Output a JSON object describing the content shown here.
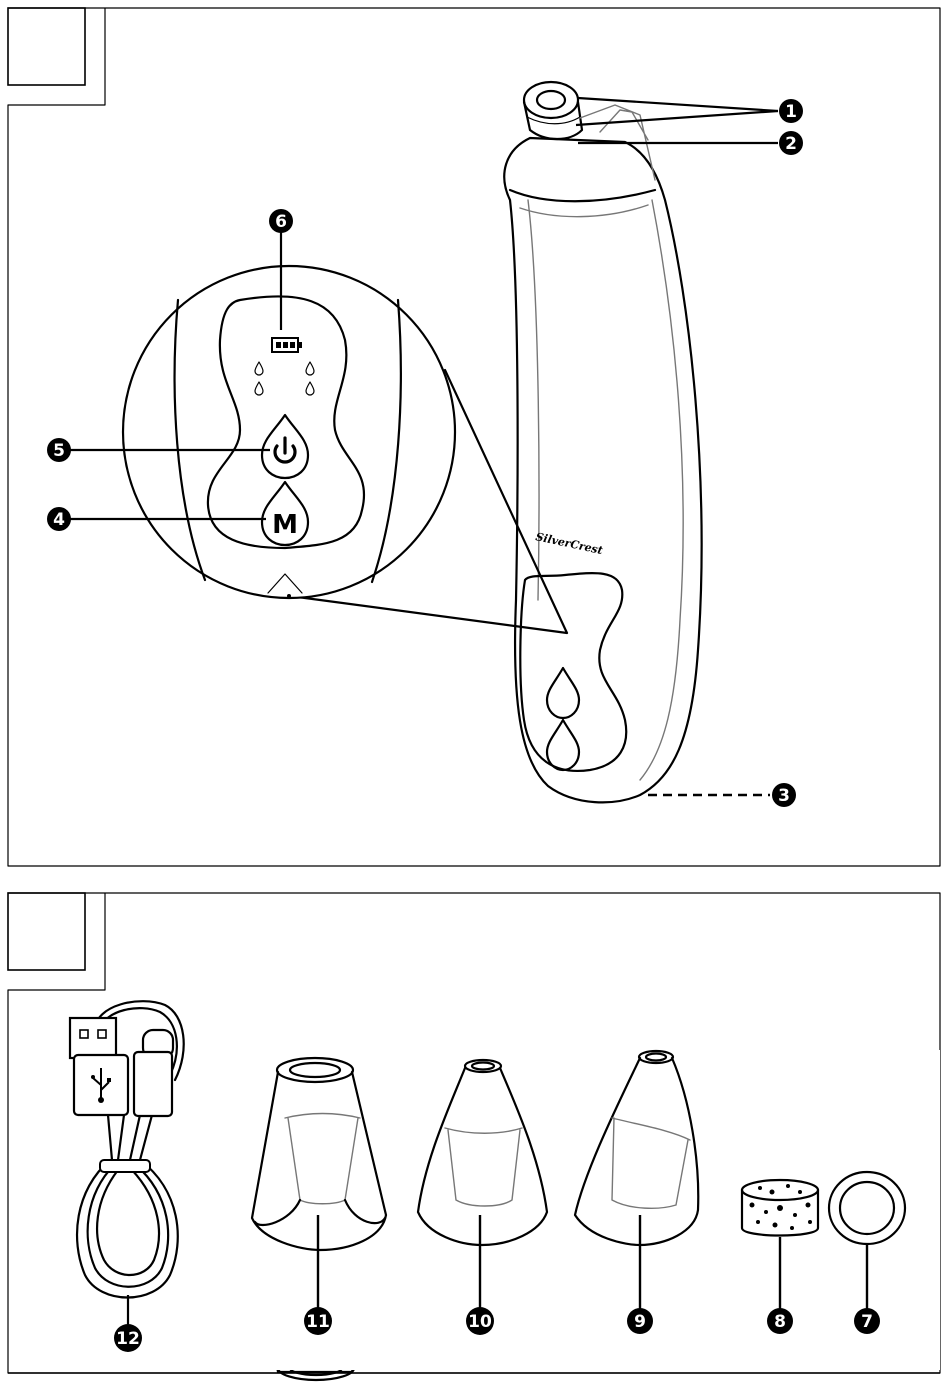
{
  "panels": [
    {
      "id": "top",
      "label": ""
    },
    {
      "id": "bottom",
      "label": ""
    }
  ],
  "device": {
    "brand": "SilverCrest"
  },
  "callouts": {
    "c1": "1",
    "c2": "2",
    "c3": "3",
    "c4": "4",
    "c5": "5",
    "c6": "6",
    "c7": "7",
    "c8": "8",
    "c9": "9",
    "c10": "10",
    "c11": "11",
    "c12": "12"
  },
  "control_panel": {
    "mode_button_letter": "M"
  },
  "icons": [
    "battery-icon",
    "power-icon",
    "water-drop-icon",
    "usb-icon"
  ],
  "colors": {
    "line": "#000000",
    "background": "#ffffff",
    "shade": "#777777"
  }
}
